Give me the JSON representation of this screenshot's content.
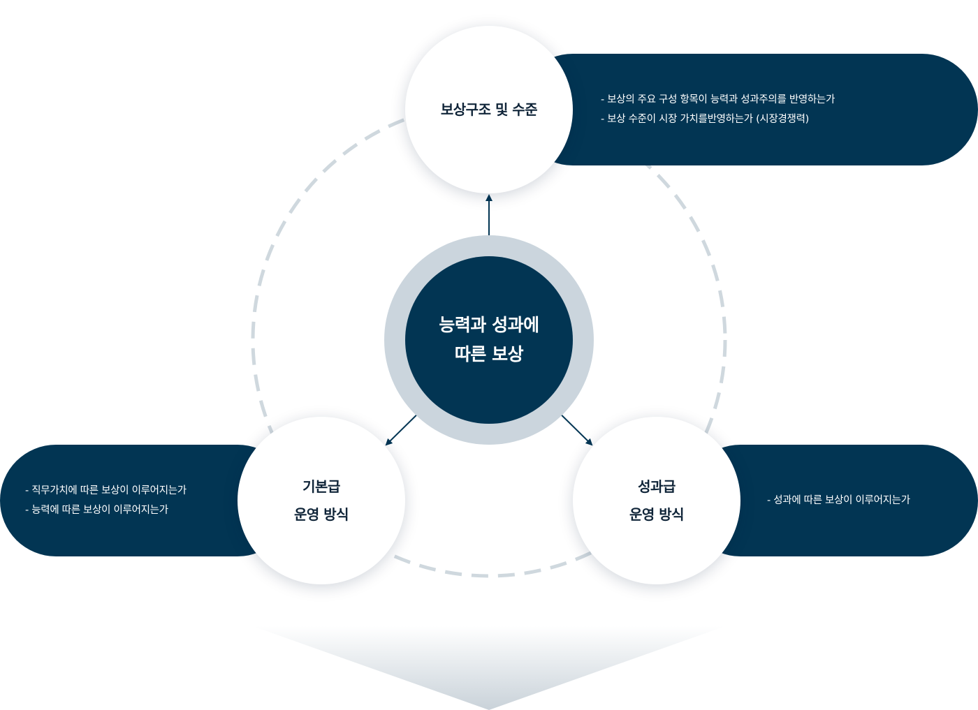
{
  "center": {
    "lines": [
      "능력과 성과에",
      "따른 보상"
    ]
  },
  "nodes": {
    "top": {
      "lines": [
        "보상구조 및 수준"
      ],
      "bullets": [
        "- 보상의 주요 구성 항목이 능력과 성과주의를 반영하는가",
        "- 보상 수준이 시장 가치를반영하는가 (시장경쟁력)"
      ]
    },
    "left": {
      "lines": [
        "기본급",
        "운영 방식"
      ],
      "bullets": [
        "- 직무가치에 따른 보상이 이루어지는가",
        "- 능력에 따른 보상이 이루어지는가"
      ]
    },
    "right": {
      "lines": [
        "성과급",
        "운영 방식"
      ],
      "bullets": [
        "- 성과에 따른 보상이 이루어지는가"
      ]
    }
  },
  "colors": {
    "navy": "#023553",
    "ring": "#cbd5dd",
    "dashed_circle": "#cfd8de",
    "arrow": "#023553",
    "bottom_arrow_top": "#ffffff",
    "bottom_arrow_bottom": "#c9d2d9"
  }
}
